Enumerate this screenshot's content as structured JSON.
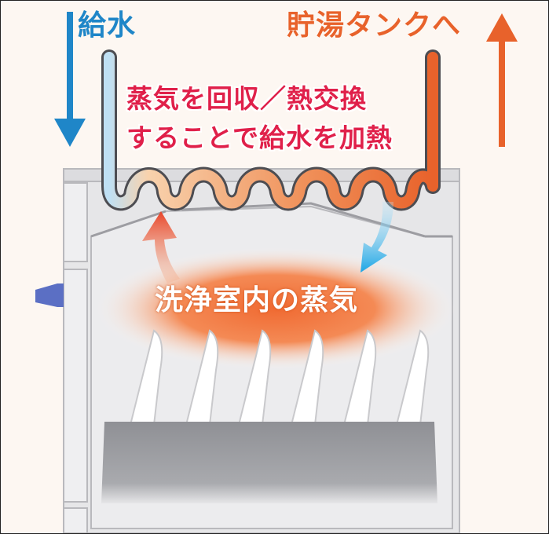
{
  "labels": {
    "water_in": "給水",
    "to_tank": "貯湯タンクへ",
    "caption_line1": "蒸気を回収／熱交換",
    "caption_line2": "することで給水を加熱",
    "steam": "洗浄室内の蒸気"
  },
  "colors": {
    "cold": "#1f86c8",
    "hot": "#e8622b",
    "caption": "#e0204a",
    "steam": "#f07a3c",
    "frame_bg": "#fdf7f2",
    "cabinet": "#e6e6e8",
    "handle": "#5b6fc4"
  },
  "icons": {
    "down_arrow": "arrow-down-icon",
    "up_arrow": "arrow-up-icon"
  }
}
